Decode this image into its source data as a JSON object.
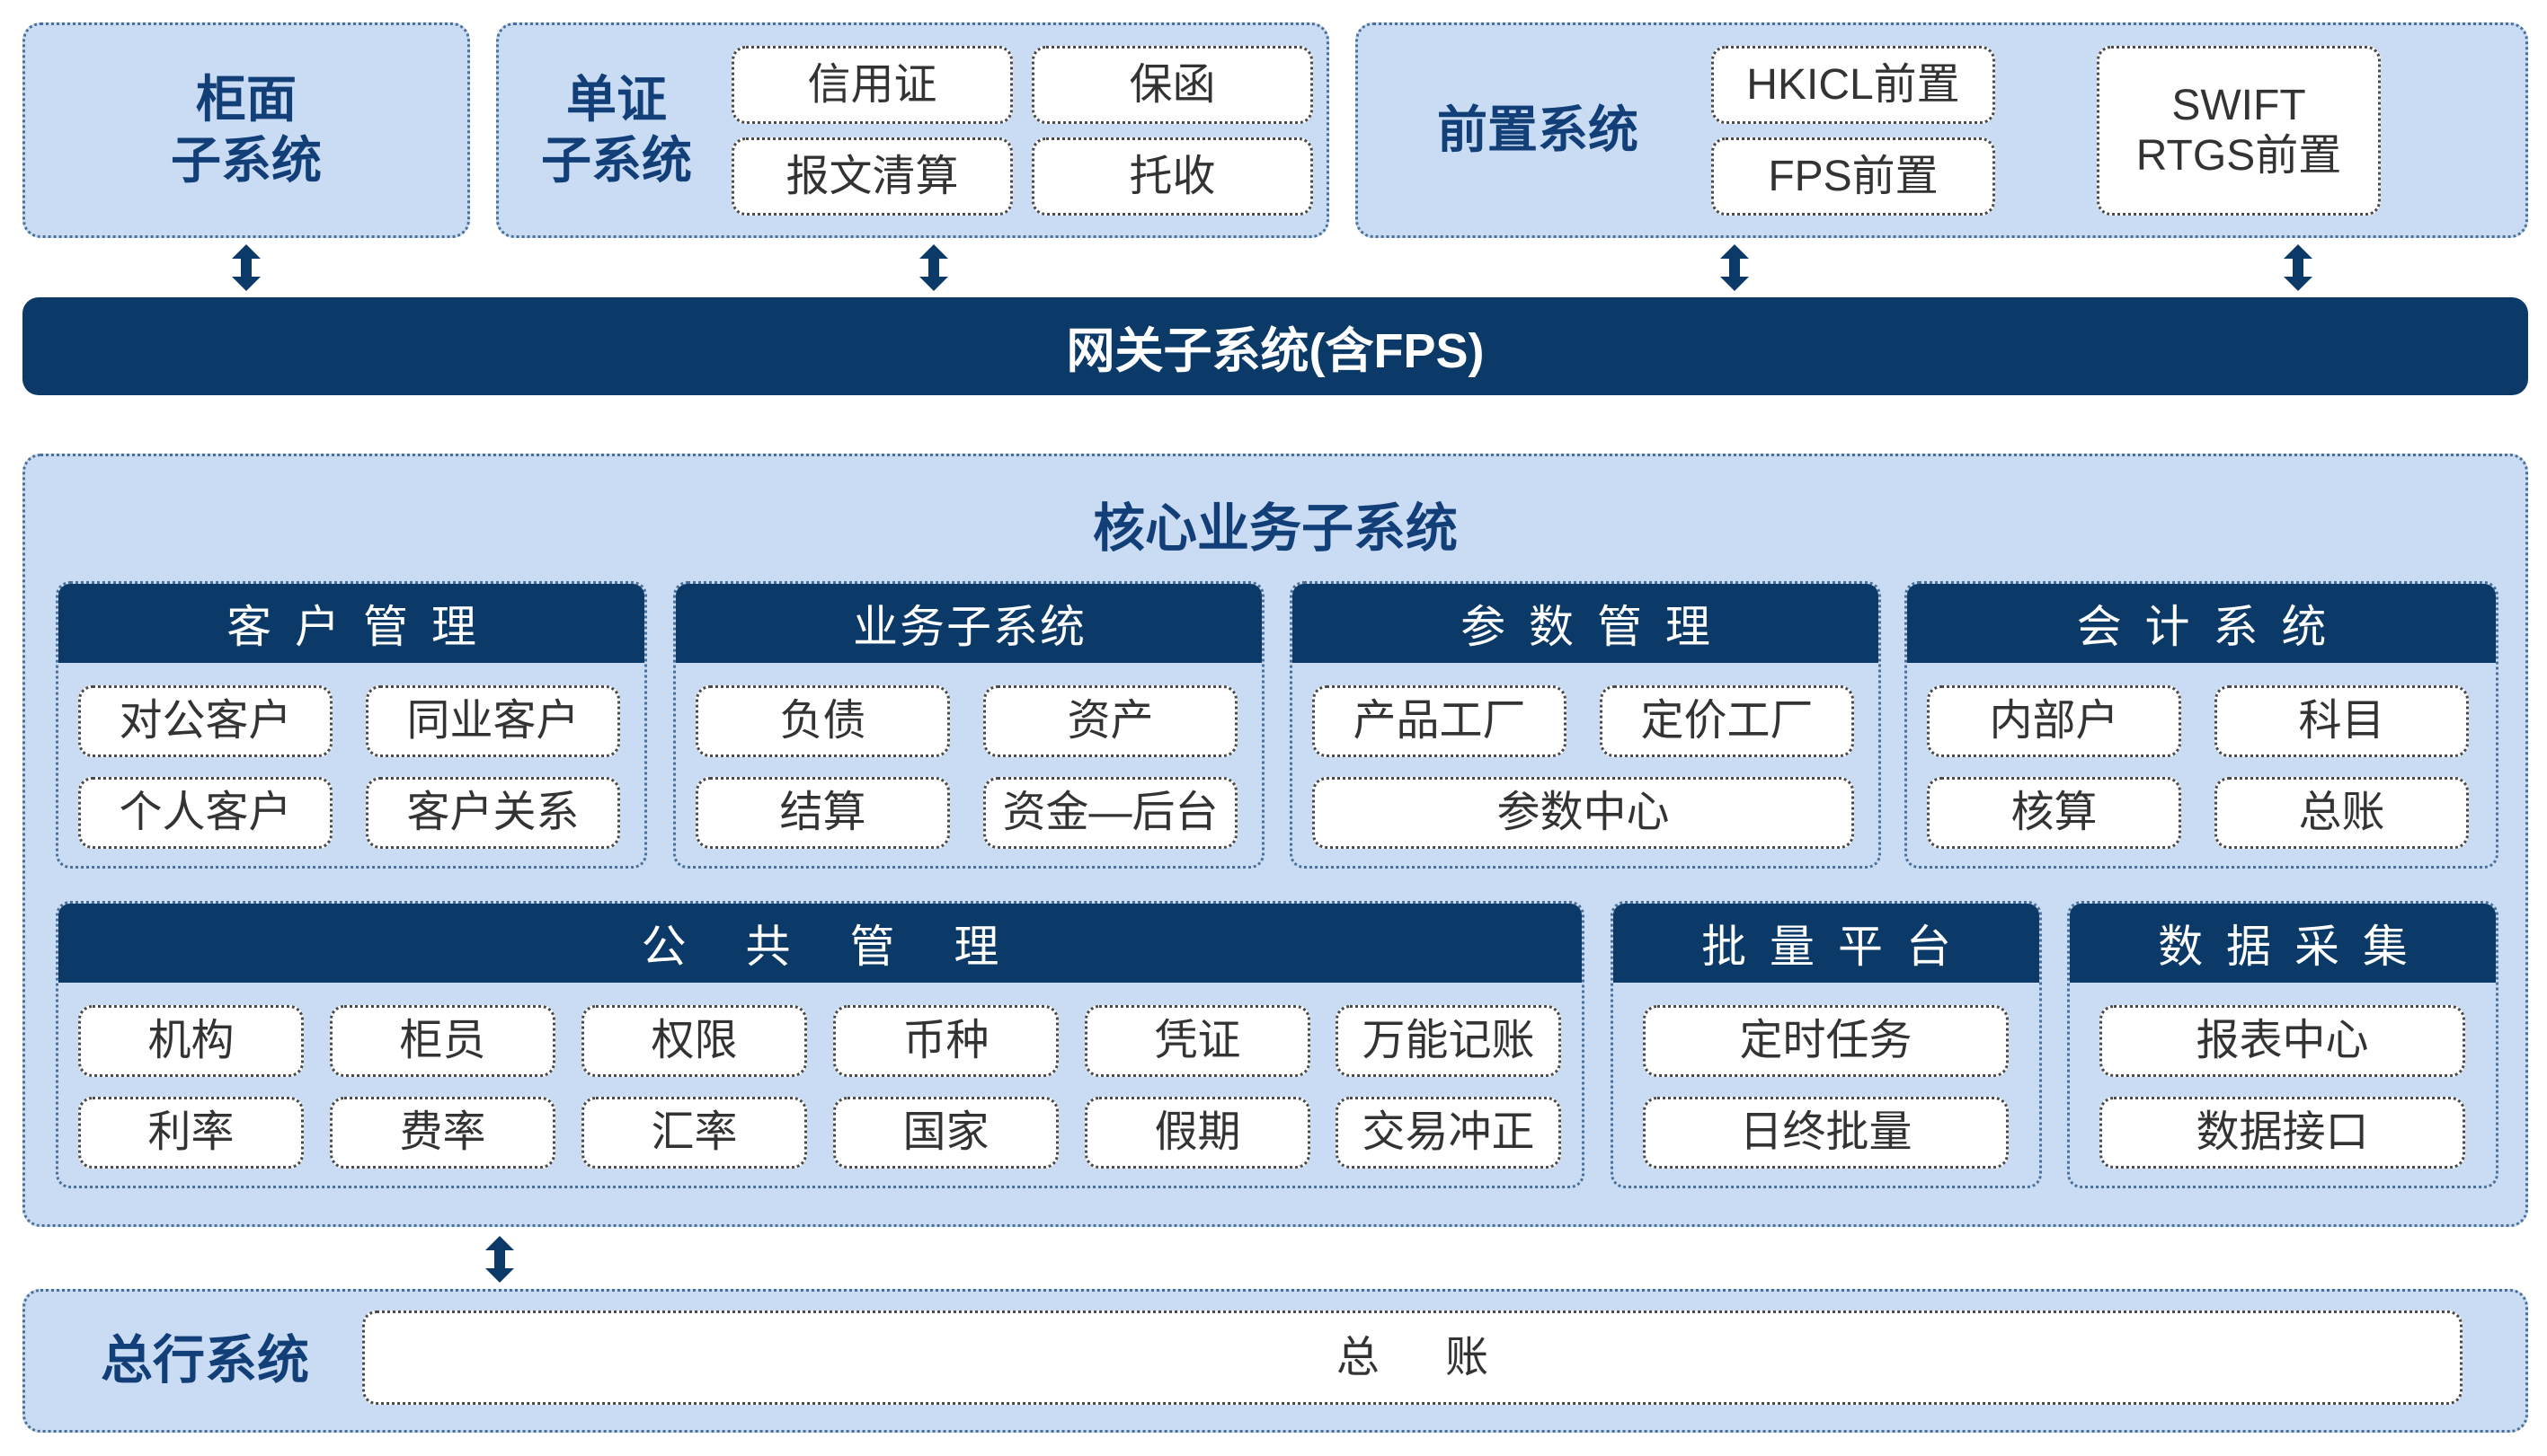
{
  "colors": {
    "navy": "#0c3a68",
    "panel": "#c9dcf3",
    "title_text": "#123f78",
    "pill_text": "#333333",
    "border_dots": "#4a6f98"
  },
  "icons": {
    "connector": "double-arrow-icon"
  },
  "counter_system": {
    "line1": "柜面",
    "line2": "子系统"
  },
  "document_system": {
    "line1": "单证",
    "line2": "子系统",
    "items": [
      "信用证",
      "保函",
      "报文清算",
      "托收"
    ]
  },
  "front_system": {
    "label": "前置系统",
    "items": [
      "HKICL前置",
      "FPS前置"
    ],
    "swift": {
      "line1": "SWIFT",
      "line2": "RTGS前置"
    }
  },
  "gateway": {
    "label": "网关子系统(含FPS)"
  },
  "core": {
    "title": "核心业务子系统",
    "customer": {
      "title": "客 户 管 理",
      "items": [
        "对公客户",
        "同业客户",
        "个人客户",
        "客户关系"
      ]
    },
    "business": {
      "title": "业务子系统",
      "items": [
        "负债",
        "资产",
        "结算",
        "资金—后台"
      ]
    },
    "parameter": {
      "title": "参 数 管 理",
      "items": [
        "产品工厂",
        "定价工厂",
        "参数中心"
      ]
    },
    "accounting": {
      "title": "会 计 系 统",
      "items": [
        "内部户",
        "科目",
        "核算",
        "总账"
      ]
    },
    "common": {
      "title": "公 共 管 理",
      "items": [
        "机构",
        "柜员",
        "权限",
        "币种",
        "凭证",
        "万能记账",
        "利率",
        "费率",
        "汇率",
        "国家",
        "假期",
        "交易冲正"
      ]
    },
    "batch": {
      "title": "批 量 平 台",
      "items": [
        "定时任务",
        "日终批量"
      ]
    },
    "data_collection": {
      "title": "数 据 采 集",
      "items": [
        "报表中心",
        "数据接口"
      ]
    }
  },
  "head_office": {
    "label": "总行系统",
    "ledger": "总 账"
  }
}
